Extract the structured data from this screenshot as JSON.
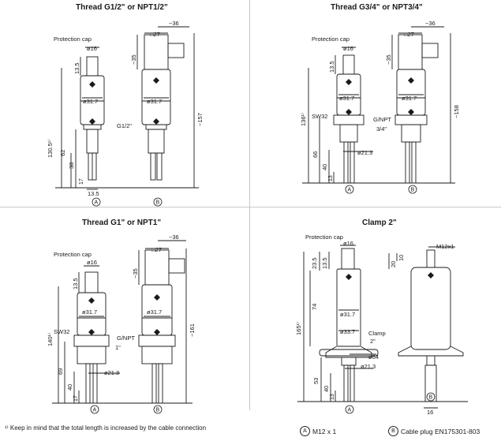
{
  "panels": [
    {
      "title": "Thread G1/2\" or NPT1/2\"",
      "labels": {
        "protection_cap": "Protection cap",
        "d16": "ø16",
        "d27": "□27",
        "w36": "~36",
        "h35": "~35",
        "h13_5": "13.5",
        "d31_7_a": "ø31.7",
        "d31_7_b": "ø31.7",
        "thread": "G1/2\"",
        "h130": "130.5¹⁾",
        "h157": "~157",
        "h62": "62",
        "h38": "38",
        "h17": "17",
        "w13_5": "13.5",
        "a": "A",
        "b": "B"
      }
    },
    {
      "title": "Thread G3/4\" or NPT3/4\"",
      "labels": {
        "protection_cap": "Protection cap",
        "d16": "ø16",
        "d27": "□27",
        "w36": "~36",
        "h35": "~35",
        "h13_5": "13.5",
        "d31_7_a": "ø31.7",
        "d31_7_b": "ø31.7",
        "sw": "SW32",
        "thread_1": "G/NPT",
        "thread_2": "3/4\"",
        "d21_3": "ø21.3",
        "h136": "136¹⁾",
        "h158": "~158",
        "h66": "66",
        "h40": "40",
        "h13": "13",
        "a": "A",
        "b": "B"
      }
    },
    {
      "title": "Thread G1\" or NPT1\"",
      "labels": {
        "protection_cap": "Protection cap",
        "d16": "ø16",
        "d27": "□27",
        "w36": "~36",
        "h35": "~35",
        "h13_5": "13.5",
        "d31_7_a": "ø31.7",
        "d31_7_b": "ø31.7",
        "sw": "SW32",
        "thread_1": "G/NPT",
        "thread_2": "1\"",
        "d21_3": "ø21.3",
        "h140": "140¹⁾",
        "h161": "~161",
        "h69": "69",
        "h40": "40",
        "h17": "17",
        "a": "A",
        "b": "B"
      }
    },
    {
      "title": "Clamp 2\"",
      "labels": {
        "protection_cap": "Protection cap",
        "d16": "ø16",
        "m12": "M12x1",
        "h23_5": "23.5",
        "h13_5": "13.5",
        "h20": "20",
        "h10": "10",
        "h74": "74",
        "d31_7": "ø31.7",
        "d33_7": "ø33.7",
        "clamp_1": "Clamp",
        "clamp_2": "2\"",
        "d64": "ø64",
        "d21_3": "ø21.3",
        "h165": "165¹⁾",
        "h53": "53",
        "h40": "40",
        "h13": "13",
        "w16": "16",
        "a": "A",
        "b": "B"
      }
    }
  ],
  "footnote": "¹⁾ Keep in mind that the total length is increased by the cable connection",
  "legend_a": {
    "mark": "A",
    "text": "M12 x 1"
  },
  "legend_b": {
    "mark": "B",
    "text": "Cable plug EN175301-803"
  }
}
